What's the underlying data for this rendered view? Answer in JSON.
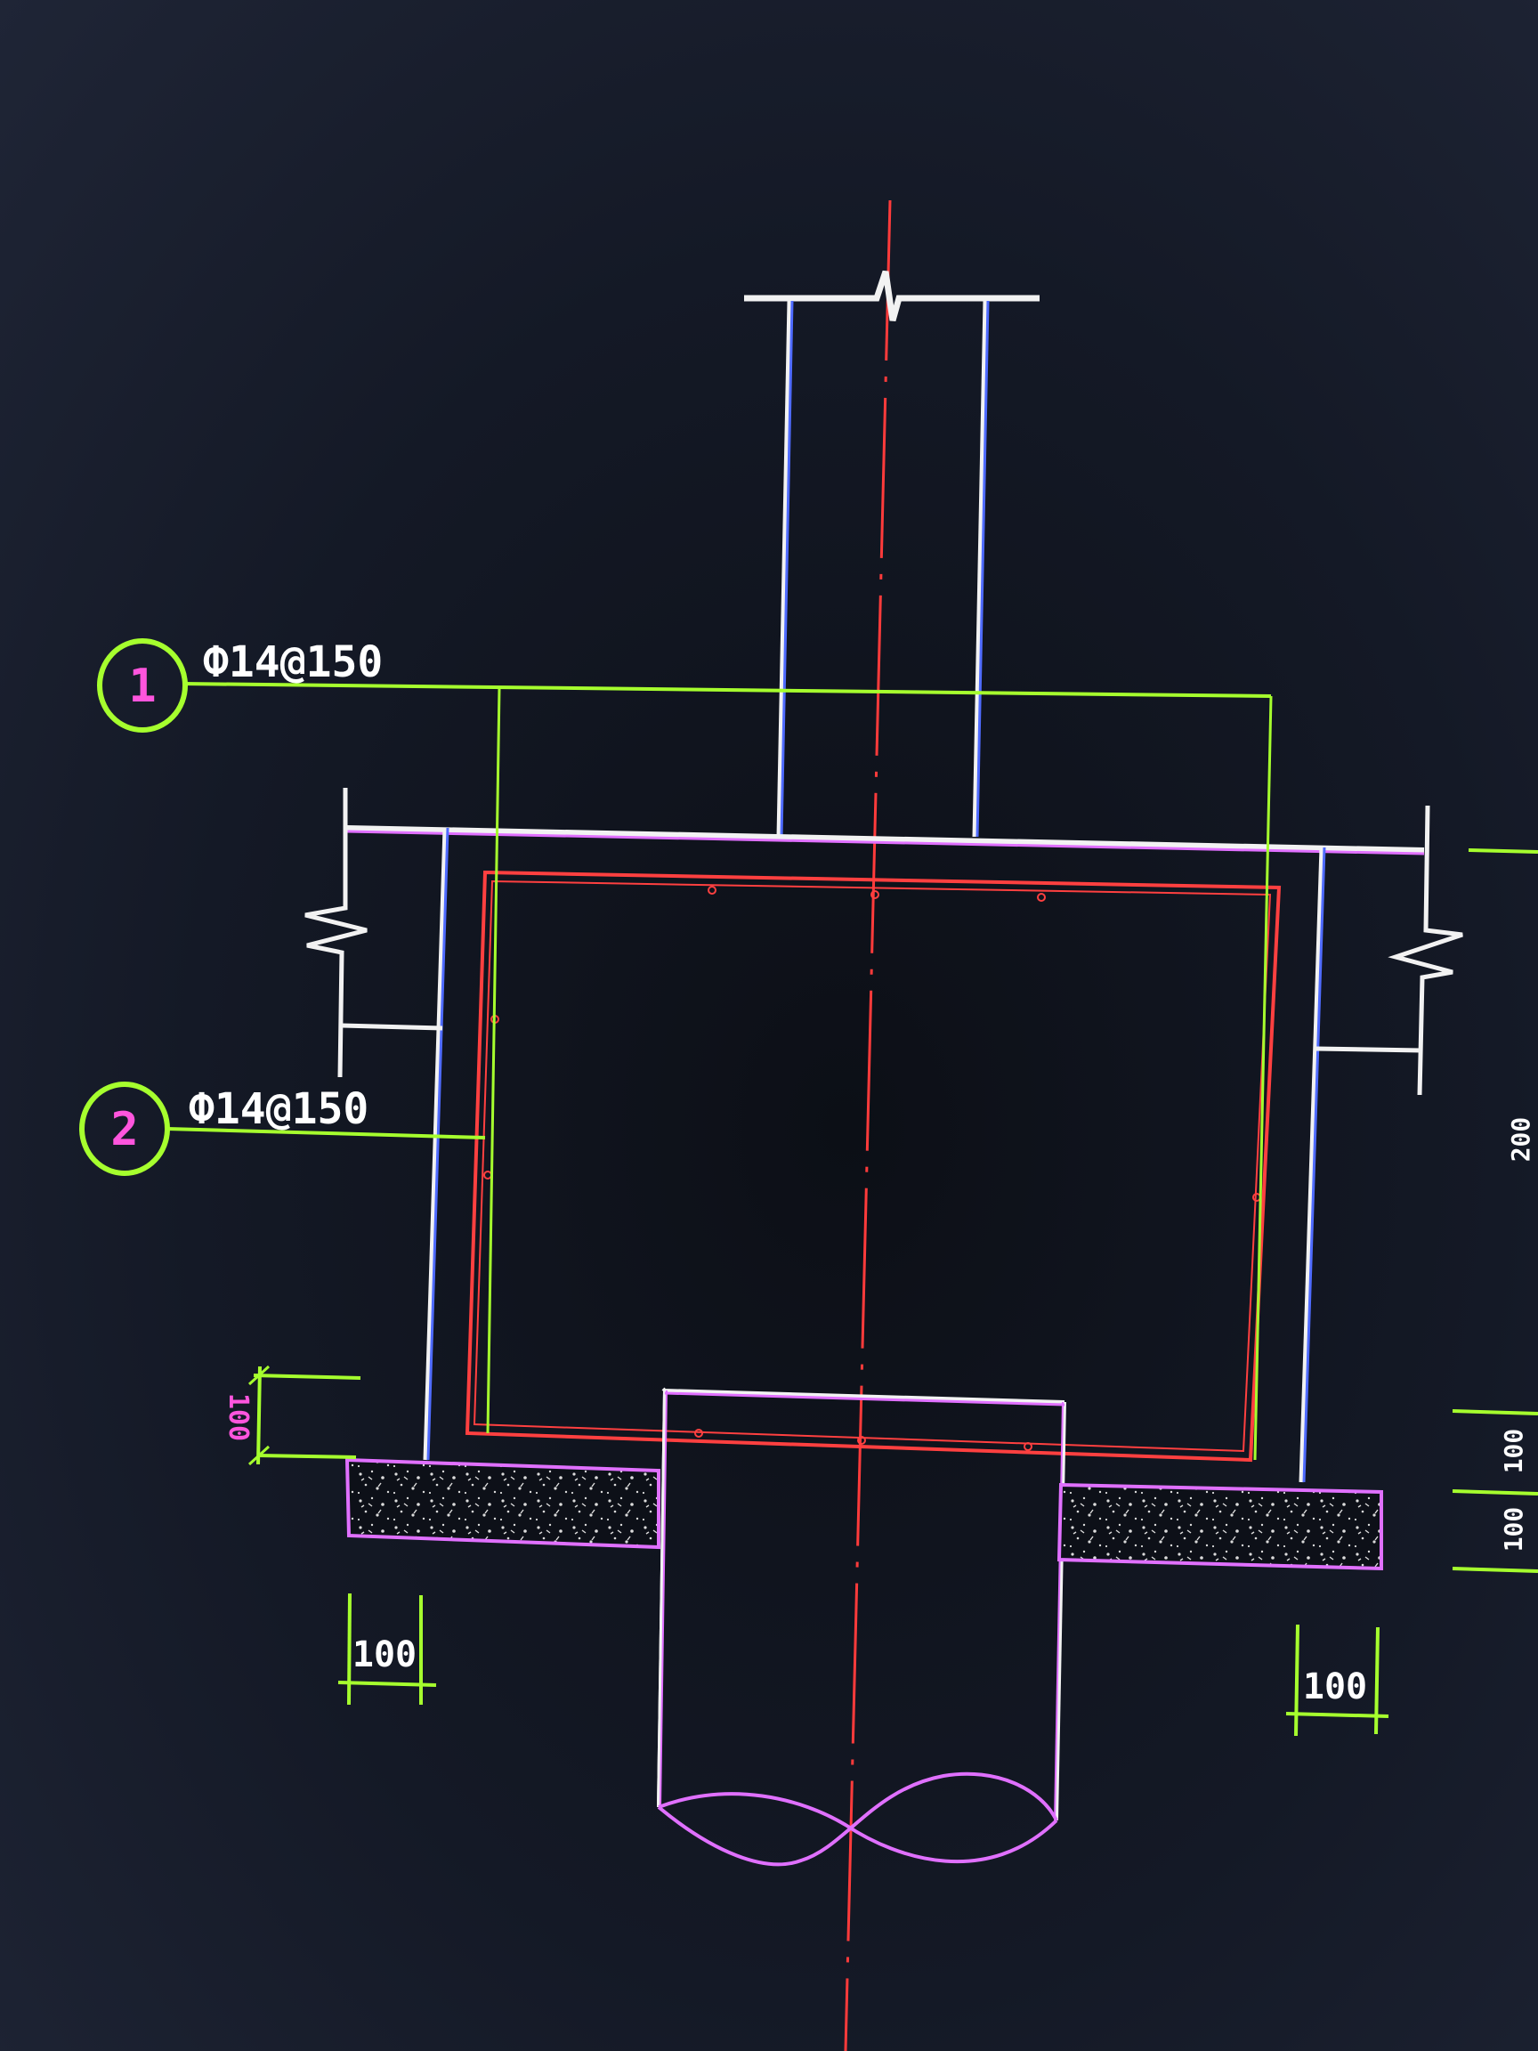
{
  "colors": {
    "background": "#151a26",
    "centerline": "#ff3b3b",
    "rebar": "#ff4040",
    "leader": "#a6ff2e",
    "outline_blue": "#4f6bff",
    "outline_magenta": "#e070ff",
    "outline_white": "#f2f2f2",
    "text_white": "#ffffff",
    "text_magenta": "#ff55dd"
  },
  "callouts": [
    {
      "number": "1",
      "rebar_label": "Ф14@150"
    },
    {
      "number": "2",
      "rebar_label": "Ф14@150"
    }
  ],
  "dimensions": {
    "left_vertical": "100",
    "left_bottom": "100",
    "right_bottom": "100",
    "right_vertical_top": "100",
    "right_vertical_bottom": "100",
    "right_edge_partial": "200"
  }
}
